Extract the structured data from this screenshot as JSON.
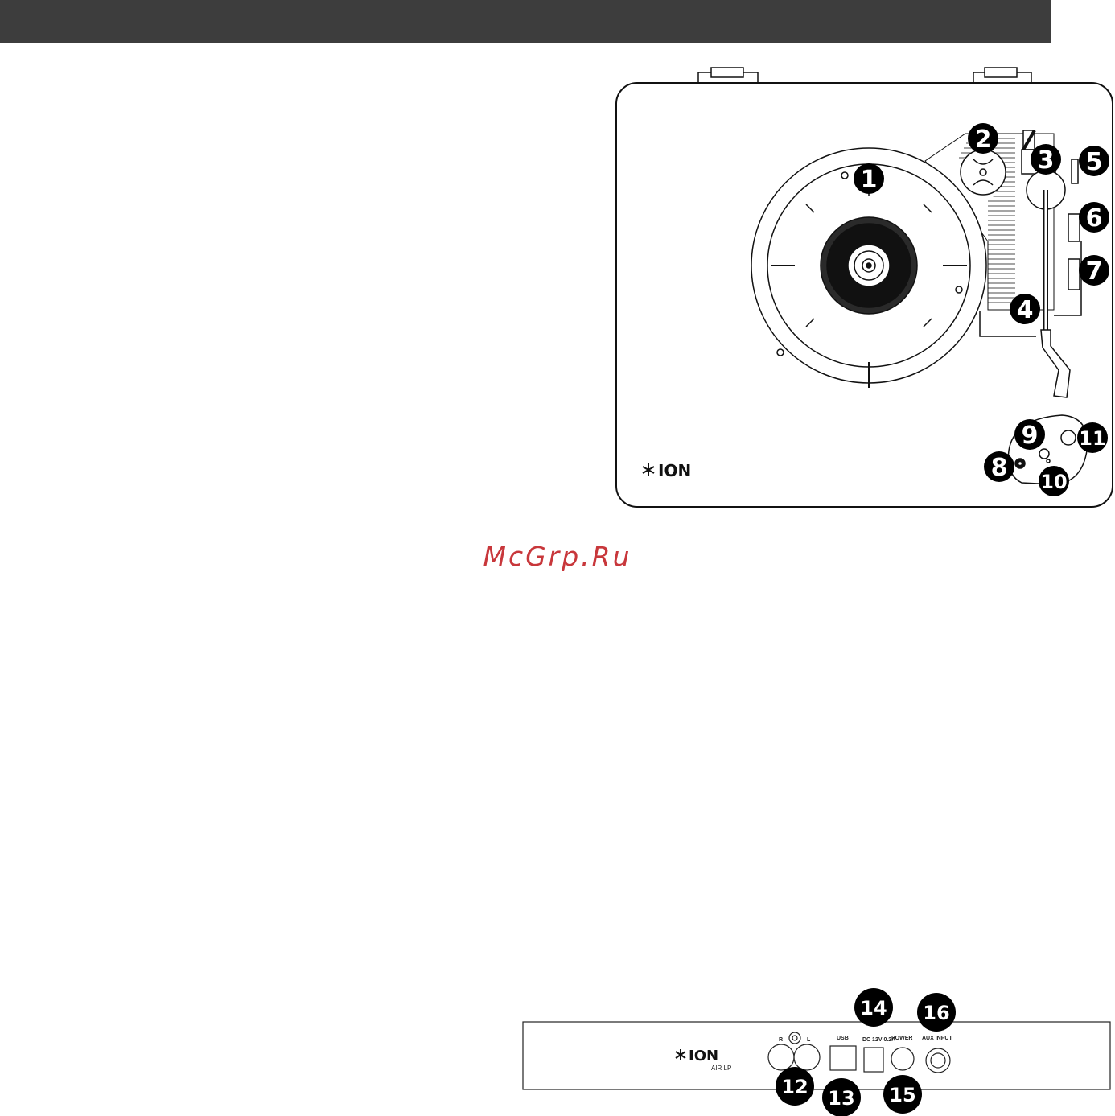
{
  "watermark": "McGrp.Ru",
  "top_view": {
    "brand": "ION",
    "callouts": [
      "1",
      "2",
      "3",
      "4",
      "5",
      "6",
      "7",
      "8",
      "9",
      "10",
      "11"
    ]
  },
  "rear_panel": {
    "brand": "ION",
    "model": "AIR LP",
    "labels": {
      "rca_r": "R",
      "rca_l": "L",
      "usb": "USB",
      "dc": "DC 12V 0.2A",
      "power": "POWER",
      "aux": "AUX INPUT"
    },
    "callouts": [
      "12",
      "13",
      "14",
      "15",
      "16"
    ]
  },
  "colors": {
    "header": "#3d3d3d",
    "watermark": "#c8373b",
    "callout": "#000000"
  }
}
